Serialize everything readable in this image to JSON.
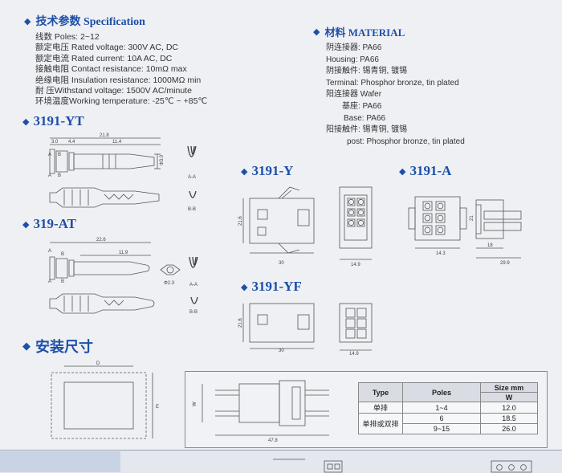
{
  "spec": {
    "title": "技术参数 Specification",
    "lines": [
      "线数 Poles: 2~12",
      "额定电压 Rated voltage: 300V  AC, DC",
      "额定电流 Rated current: 10A  AC, DC",
      "接触电阻 Contact resistance: 10mΩ max",
      "绝缘电阻 Insulation resistance: 1000MΩ min",
      "耐    压Withstand voltage: 1500V  AC/minute",
      "环境温度Working temperature: -25℃ ~ +85℃"
    ]
  },
  "material": {
    "title": "材料 MATERIAL",
    "lines": [
      "阴连接器: PA66",
      "Housing: PA66",
      "阴接触件: 锡青铜, 镀锡",
      "Terminal: Phosphor bronze, tin plated",
      "阳连接器 Wafer",
      "基座: PA66",
      "Base: PA66",
      "阳接触件: 锡青铜, 镀锡",
      "post: Phosphor bronze, tin plated"
    ]
  },
  "models": {
    "yt": "3191-YT",
    "at": "319-AT",
    "y": "3191-Y",
    "a": "3191-A",
    "yf": "3191-YF"
  },
  "install": {
    "title": "安装尺寸"
  },
  "dims": {
    "yt_total": "21.8",
    "yt_a": "3.0",
    "yt_b": "4.4",
    "yt_c": "11.4",
    "yt_d": "Φ3.0",
    "at_total": "22.6",
    "at_a": "11.9",
    "at_d": "Φ2.3",
    "y_h": "21.6",
    "y_w": "30",
    "y_s": "14.9",
    "a_h": "21",
    "a_s": "14.3",
    "a_w1": "18",
    "a_w2": "29.9",
    "yf_h": "21.6",
    "yf_w": "30",
    "yf_s": "14.9",
    "inst_total": "47.8",
    "A": "A",
    "B": "B",
    "AA": "A-A",
    "BB": "B-B",
    "D": "D",
    "E": "E",
    "W": "W"
  },
  "table": {
    "h_type": "Type",
    "h_poles": "Poles",
    "h_size": "Size mm",
    "h_w": "W",
    "rows": [
      {
        "type": "单排",
        "poles": "1~4",
        "w": "12.0"
      },
      {
        "type": "单排或双排",
        "poles": "6",
        "w": "18.5"
      },
      {
        "type": "",
        "poles": "9~15",
        "w": "26.0"
      }
    ]
  }
}
